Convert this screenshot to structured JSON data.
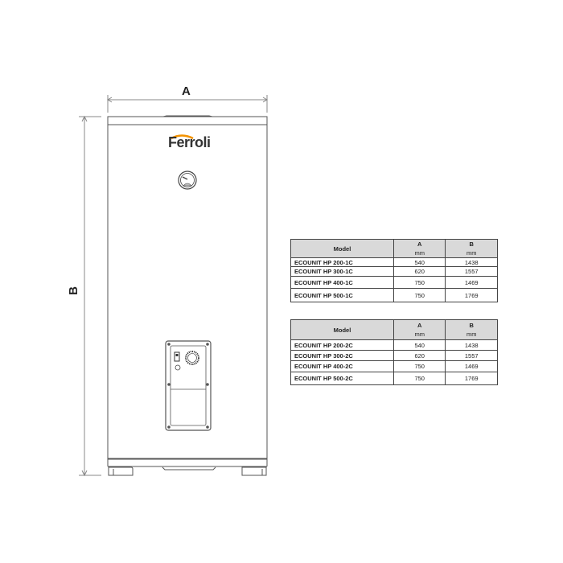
{
  "drawing": {
    "dimension_a_label": "A",
    "dimension_b_label": "B",
    "brand_logo": "Ferroli",
    "icons": [
      "thermometer-gauge-icon",
      "control-panel-icon",
      "thermostat-knob-icon",
      "power-switch-icon"
    ],
    "colors": {
      "logo_arc": "#f39200",
      "outline": "#555555"
    }
  },
  "tables": [
    {
      "header": {
        "model": "Model",
        "a": "A",
        "a_unit": "mm",
        "b": "B",
        "b_unit": "mm"
      },
      "rows": [
        {
          "model": "ECOUNIT HP 200-1C",
          "a": "540",
          "b": "1438"
        },
        {
          "model": "ECOUNIT HP 300-1C",
          "a": "620",
          "b": "1557"
        },
        {
          "model": "ECOUNIT HP 400-1C",
          "a": "750",
          "b": "1469"
        },
        {
          "model": "ECOUNIT HP 500-1C",
          "a": "750",
          "b": "1769"
        }
      ]
    },
    {
      "header": {
        "model": "Model",
        "a": "A",
        "a_unit": "mm",
        "b": "B",
        "b_unit": "mm"
      },
      "rows": [
        {
          "model": "ECOUNIT HP 200-2C",
          "a": "540",
          "b": "1438"
        },
        {
          "model": "ECOUNIT HP 300-2C",
          "a": "620",
          "b": "1557"
        },
        {
          "model": "ECOUNIT HP 400-2C",
          "a": "750",
          "b": "1469"
        },
        {
          "model": "ECOUNIT HP 500-2C",
          "a": "750",
          "b": "1769"
        }
      ]
    }
  ],
  "table_header_bg": "#d9d9d9"
}
